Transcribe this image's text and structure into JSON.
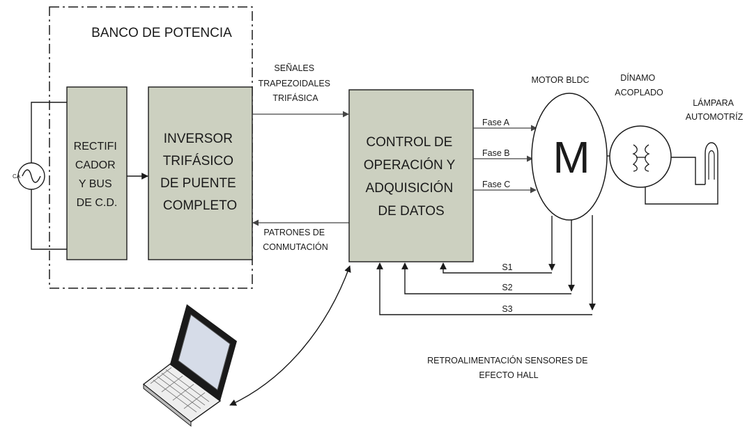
{
  "power_bank": {
    "title": "BANCO DE POTENCIA"
  },
  "source": {
    "label": "CA"
  },
  "rectifier": {
    "lines": [
      "RECTIFI",
      "CADOR",
      "Y BUS",
      "DE C.D."
    ]
  },
  "inverter": {
    "lines": [
      "INVERSOR",
      "TRIFÁSICO",
      "DE PUENTE",
      "COMPLETO"
    ]
  },
  "control": {
    "lines": [
      "CONTROL DE",
      "OPERACIÓN Y",
      "ADQUISICIÓN",
      "DE DATOS"
    ]
  },
  "signals": {
    "trapezoidal": [
      "SEÑALES",
      "TRAPEZOIDALES",
      "TRIFÁSICA"
    ],
    "switching": [
      "PATRONES DE",
      "CONMUTACIÓN"
    ]
  },
  "phases": [
    "Fase A",
    "Fase B",
    "Fase C"
  ],
  "motor": {
    "title": "MOTOR BLDC",
    "symbol": "M"
  },
  "dynamo": {
    "lines": [
      "DÍNAMO",
      "ACOPLADO"
    ]
  },
  "lamp": {
    "lines": [
      "LÁMPARA",
      "AUTOMOTRÍZ"
    ]
  },
  "sensors": [
    "S1",
    "S2",
    "S3"
  ],
  "feedback": {
    "lines": [
      "RETROALIMENTACIÓN SENSORES DE",
      "EFECTO HALL"
    ]
  },
  "laptop": {
    "icon": "laptop-icon"
  },
  "colors": {
    "box_fill": "#ccd0c0",
    "laptop_screen": "#d6dce8",
    "laptop_body": "#eeeeee"
  }
}
